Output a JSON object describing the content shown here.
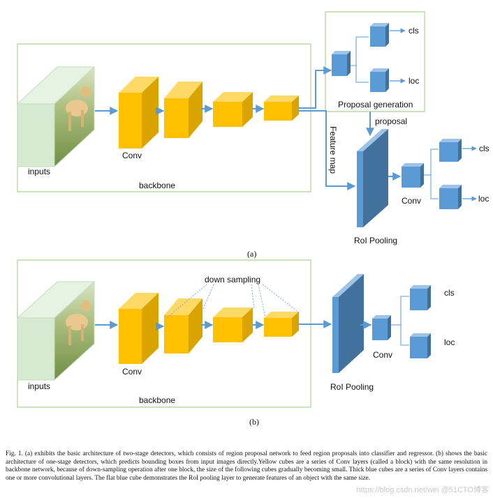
{
  "diagram_a": {
    "inputs_label": "inputs",
    "conv_label": "Conv",
    "backbone_label": "backbone",
    "proposal_generation_label": "Proposal generation",
    "cls_label_1": "cls",
    "loc_label_1": "loc",
    "proposal_label": "proposal",
    "feature_map_label": "Feature map",
    "roi_pooling_label": "RoI Pooling",
    "head_conv_label": "Conv",
    "cls_label_2": "cls",
    "loc_label_2": "loc",
    "panel_label": "(a)"
  },
  "diagram_b": {
    "inputs_label": "inputs",
    "conv_label": "Conv",
    "backbone_label": "backbone",
    "down_sampling_label": "down sampling",
    "roi_pooling_label": "RoI Pooling",
    "head_conv_label": "Conv",
    "cls_label": "cls",
    "loc_label": "loc",
    "panel_label": "(b)"
  },
  "caption": "Fig. 1.   (a) exhibits the basic architecture of two-stage detectors, which consists of region proposal network to feed region proposals into classifier and regressor. (b) shows the basic architecture of one-stage detectors, which predicts bounding boxes from input images directly.Yellow cubes are a series of Conv layers (called a block) with the same resolution in backbone network, because of down-sampling operation after one block, the size of the following cubes gradually becoming small. Thick blue cubes are a series of Conv layers contains one or more convolutional layers. The flat blue cube demonstrates the RoI pooling layer to generate features of an object with the same size.",
  "watermark": "https://blog.csdn.net/wei   @51CTO博客",
  "colors": {
    "yellow_front": "#ffc000",
    "yellow_top": "#ffd966",
    "yellow_side": "#d9a300",
    "blue_front": "#5b9bd5",
    "blue_top": "#9dc3e6",
    "blue_side": "#41719c",
    "green_box": "#a9d18e",
    "input_front": "#d5ead0",
    "arrow": "#5b9bd5"
  }
}
